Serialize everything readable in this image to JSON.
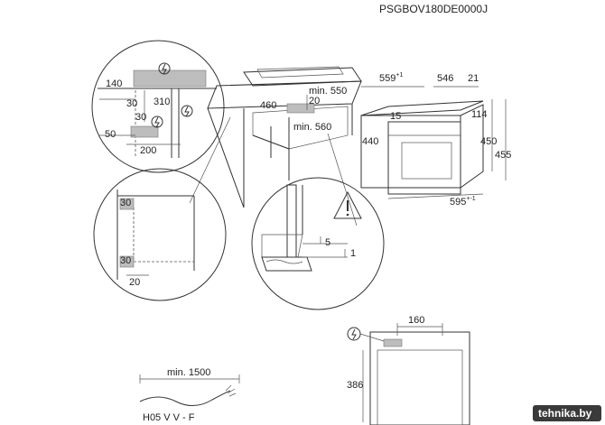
{
  "model_code": "PSGBOV180DE0000J",
  "labels": {
    "d140": "140",
    "d30a": "30",
    "d310": "310",
    "d30b": "30",
    "d50": "50",
    "d200": "200",
    "d460": "460",
    "d20a": "20",
    "min550": "min. 550",
    "min560": "min. 560",
    "d559": "559",
    "d559_sup": "+1",
    "d546": "546",
    "d21": "21",
    "d15": "15",
    "d114": "114",
    "d440": "440",
    "d450": "450",
    "d455": "455",
    "d595": "595",
    "d595_sup": "+-1",
    "d30c": "30",
    "d30d": "30",
    "d20b": "20",
    "d5": "5",
    "d1": "1",
    "d160": "160",
    "d386": "386",
    "min1500": "min. 1500",
    "cable": "H05 V V - F",
    "watermark": "tehnika.by"
  },
  "icons": {
    "electric_1": "electric-icon",
    "electric_2": "electric-icon",
    "electric_3": "electric-icon",
    "electric_4": "electric-icon",
    "warning": "warning-triangle-icon"
  },
  "colors": {
    "watermark_bg": "#3a3a3a",
    "accent_red": "#d0342c"
  }
}
